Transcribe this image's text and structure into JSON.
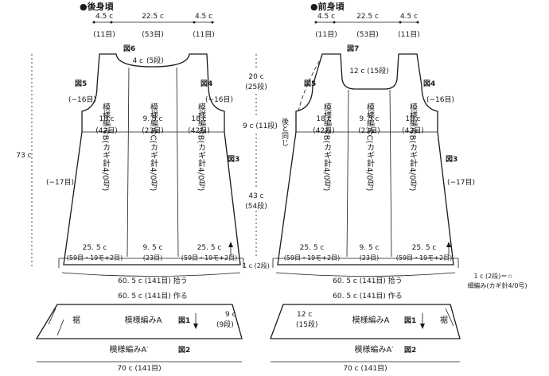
{
  "back": {
    "title": "●後身頃",
    "shoulder_cm": [
      "4.5 c",
      "22.5 c",
      "4.5 c"
    ],
    "shoulder_st": [
      "(11目)",
      "(53目)",
      "(11目)"
    ],
    "fig_neck": "図6",
    "neck_depth": "4 c",
    "neck_rows": "(5段)",
    "fig_left": "図5",
    "fig_right": "図4",
    "dec_left": "(−16目)",
    "dec_right": "(−16目)",
    "panel_cm": [
      "18 c",
      "9. 5 c",
      "18 c"
    ],
    "panel_st": [
      "(42目)",
      "(23目)",
      "(42目)"
    ],
    "col_text": [
      "模様編みB(カギ針4/0号)",
      "模様編みC(カギ針4/0号)",
      "模様編みB(カギ針4/0号)"
    ],
    "fig_side": "図3",
    "side_dec": "(−17目)",
    "bottom_cm": [
      "25. 5 c",
      "9. 5 c",
      "25. 5 c"
    ],
    "bottom_st": [
      "(59目・19モ+2目)",
      "(23目)",
      "(59目・19モ+2目)"
    ],
    "total_h": "73 c",
    "pickup": "60. 5 c (141目) 拾う"
  },
  "vert": {
    "v1_cm": "20 c",
    "v1_rows": "(25段)",
    "v2": "9 c (11段)",
    "v3_cm": "43 c",
    "v3_rows": "(54段)",
    "v4": "1 c (2段)"
  },
  "front": {
    "title": "●前身頃",
    "shoulder_cm": [
      "4.5 c",
      "22.5 c",
      "4.5 c"
    ],
    "shoulder_st": [
      "(11目)",
      "(53目)",
      "(11目)"
    ],
    "fig_neck": "図7",
    "neck_depth": "12 c (15段)",
    "fig_left": "図5",
    "fig_right": "図4",
    "dec_right": "(−16目)",
    "same_as_back": "後と同じ",
    "panel_cm": [
      "18 c",
      "9. 5 c",
      "18 c"
    ],
    "panel_st": [
      "(42目)",
      "(23目)",
      "(42目)"
    ],
    "col_text": [
      "模様編みB(カギ針4/0号)",
      "模様編みC(カギ針4/0号)",
      "模様編みB(カギ針4/0号)"
    ],
    "fig_side": "図3",
    "side_dec": "(−17目)",
    "bottom_cm": [
      "25. 5 c",
      "9. 5 c",
      "25. 5 c"
    ],
    "bottom_st": [
      "(59目・19モ+2目)",
      "(23目)",
      "(59目・19モ+2目)"
    ],
    "pickup": "60. 5 c (141目) 拾う",
    "edge_note_1": "1 c (2段)＝☆",
    "edge_note_2": "細編み(カギ針4/0号)"
  },
  "hem": {
    "make": "60. 5 c (141目) 作る",
    "label": "裾",
    "pattern": "模様編みA",
    "fig1": "図1",
    "height_cm": "9 c",
    "height_rows": "(9段)",
    "height_cm_front": "12 c",
    "height_rows_front": "(15段)",
    "pattern_prime": "模様編みA′",
    "fig2": "図2",
    "width": "70 c (141目)"
  }
}
